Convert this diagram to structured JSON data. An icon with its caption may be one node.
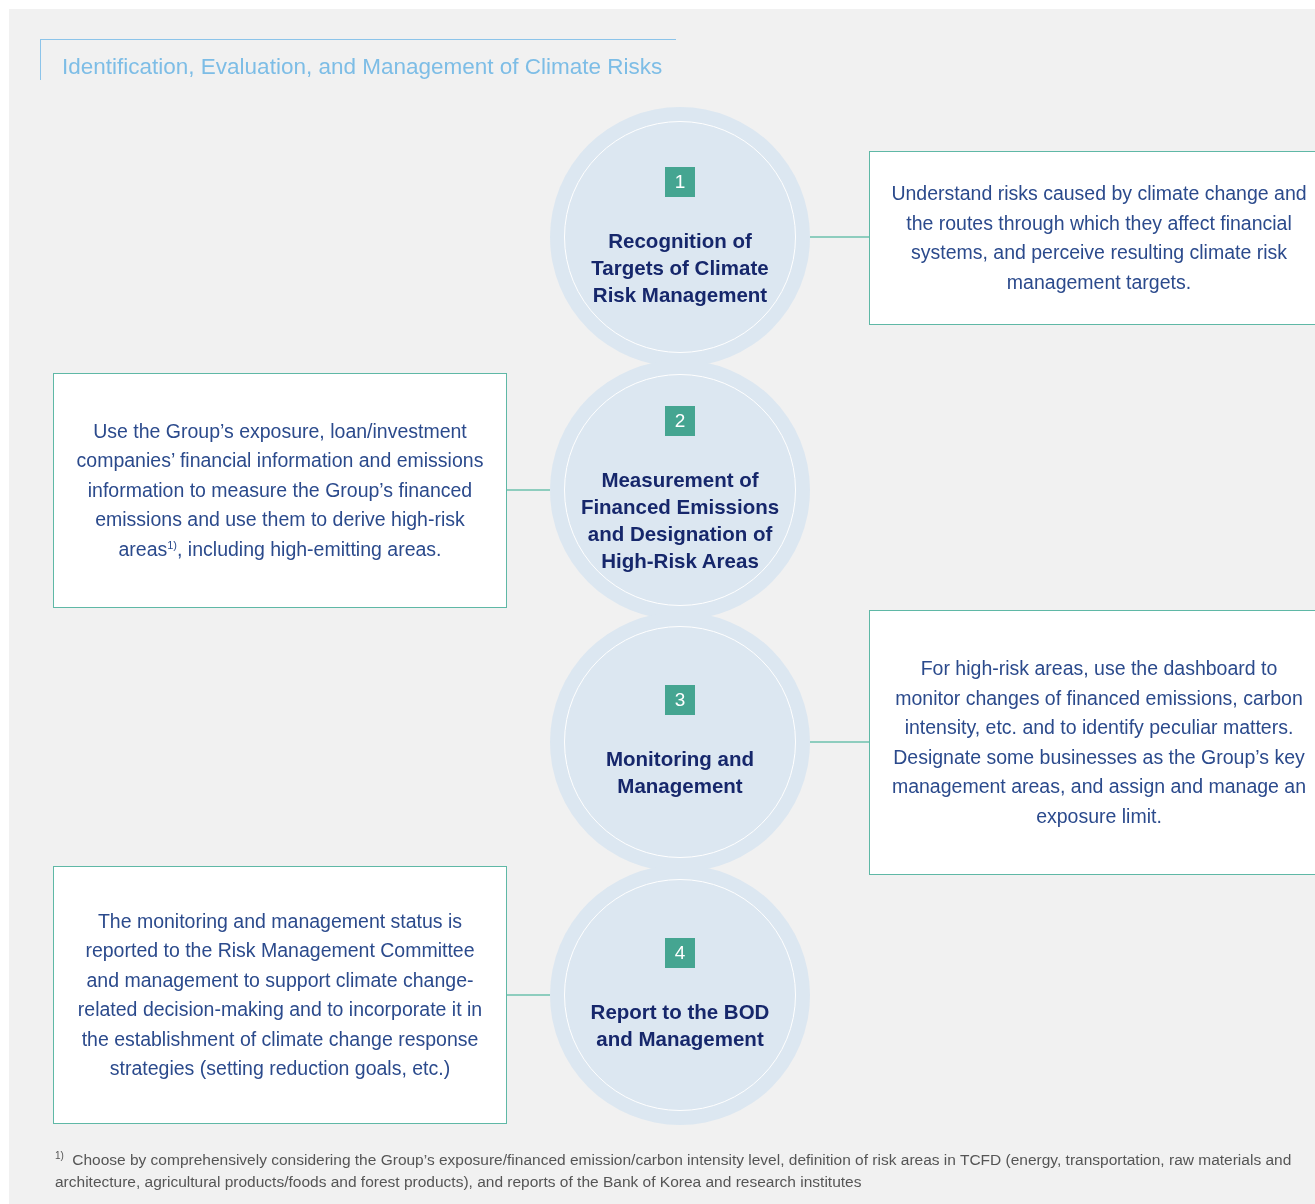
{
  "diagram": {
    "title": "Identification, Evaluation, and Management of Climate Risks",
    "nodes": [
      {
        "text": [
          "1",
          "Recognition of Targets of Climate Risk Management"
        ]
      },
      {
        "text": [
          "Understand risks caused by climate change and the routes through which they affect financial systems, and perceive resulting climate risk management targets."
        ]
      },
      {
        "text": [
          "Use the Group’s exposure, loan/investment companies’ financial information and emissions information to measure the Group’s financed emissions and use them to derive high-risk areas$^{1)}$, including high-emitting areas."
        ]
      },
      {
        "text": [
          "2",
          "Measurement of Financed Emissions and Designation of High-Risk Areas"
        ]
      },
      {
        "text": [
          "3",
          "Monitoring and Management"
        ]
      },
      {
        "text": [
          "For high-risk areas, use the dashboard to monitor changes of financed emissions, carbon intensity, etc. and to identify peculiar matters. Designate some businesses as the Group’s key management areas, and assign and manage an exposure limit."
        ]
      },
      {
        "text": [
          "The monitoring and management status is reported to the Risk Management Committee and management to support climate change-related decision-making and to incorporate it in the establishment of climate change response strategies (setting reduction goals, etc.)"
        ]
      },
      {
        "text": [
          "4",
          "Report to the BOD and Management"
        ]
      }
    ],
    "edges": [
      {
        "from": 0,
        "to": 1,
        "arrow": "none"
      },
      {
        "from": 3,
        "to": 2,
        "arrow": "none"
      },
      {
        "from": 4,
        "to": 5,
        "arrow": "none"
      },
      {
        "from": 7,
        "to": 6,
        "arrow": "none"
      }
    ],
    "labels": [
      "$^{1)}$ Choose by comprehensively considering the Group’s exposure/financed emission/carbon intensity level, definition of risk areas in TCFD (energy, transportation, raw materials and architecture, agricultural products/foods and forest products), and reports of the Bank of Korea and research institutes"
    ]
  }
}
